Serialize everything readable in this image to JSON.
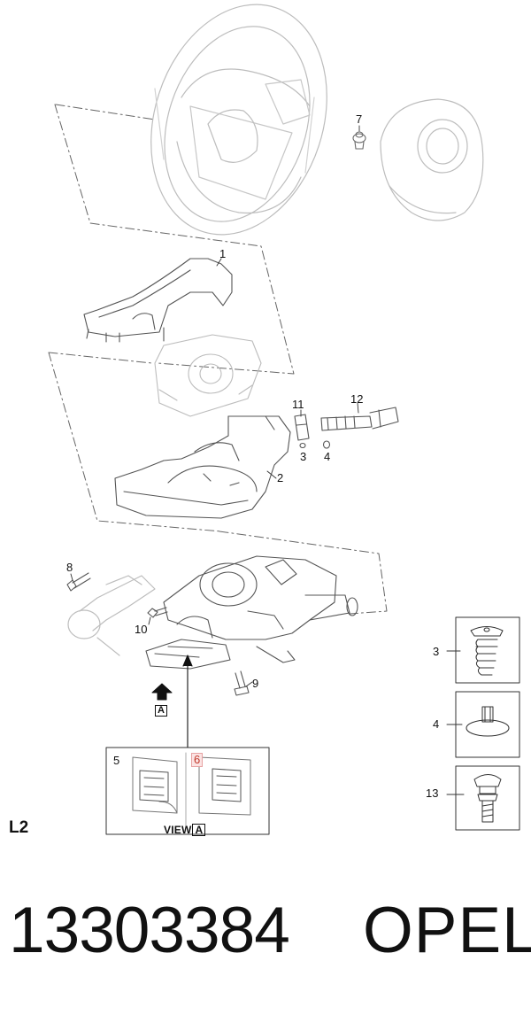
{
  "callouts": {
    "c1": "1",
    "c2": "2",
    "c3": "3",
    "c4": "4",
    "c7": "7",
    "c8": "8",
    "c9": "9",
    "c10": "10",
    "c11": "11",
    "c12": "12",
    "inset3": "3",
    "inset4": "4",
    "inset13": "13",
    "c5": "5",
    "c6": "6"
  },
  "section_label": "L2",
  "view_label": "VIEW",
  "view_letter": "A",
  "arrow_letter": "A",
  "part_number": "13303384",
  "brand": "OPEL",
  "colors": {
    "line": "#6a6a6a",
    "faint": "#b9b9b9",
    "highlight": "#c0392b"
  }
}
